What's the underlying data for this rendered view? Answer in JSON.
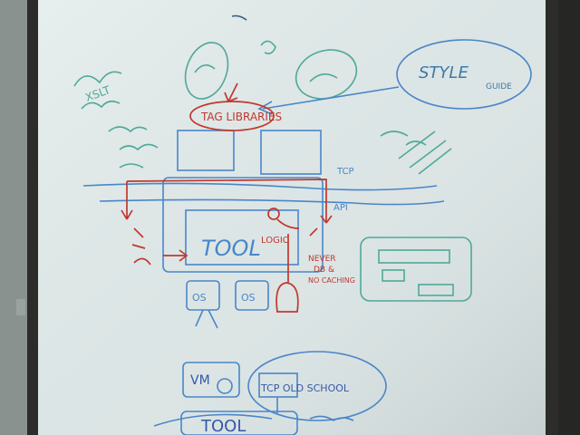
{
  "scene": {
    "kind": "whiteboard-photo",
    "ink_colors": {
      "blue": "#4a86c8",
      "green": "#4fa89a",
      "red": "#c0382e",
      "board": "#dfe7e8",
      "frame": "#2a2a2a"
    }
  },
  "labels": {
    "style_guide": "STYLE",
    "style_guide_sub": "GUIDE",
    "tag_libraries": "TAG LIBRARIES",
    "tool": "TOOL",
    "logic": "LOGIC",
    "api": "API",
    "never_db": "NEVER",
    "never_db_2": "DB &",
    "never_db_3": "NO CACHING",
    "tcp_old_school": "TCP OLD SCHOOL",
    "tool_bottom": "TOOL",
    "vm": "VM",
    "os1": "OS",
    "os2": "OS",
    "tcp": "TCP",
    "xslt": "XSLT"
  }
}
